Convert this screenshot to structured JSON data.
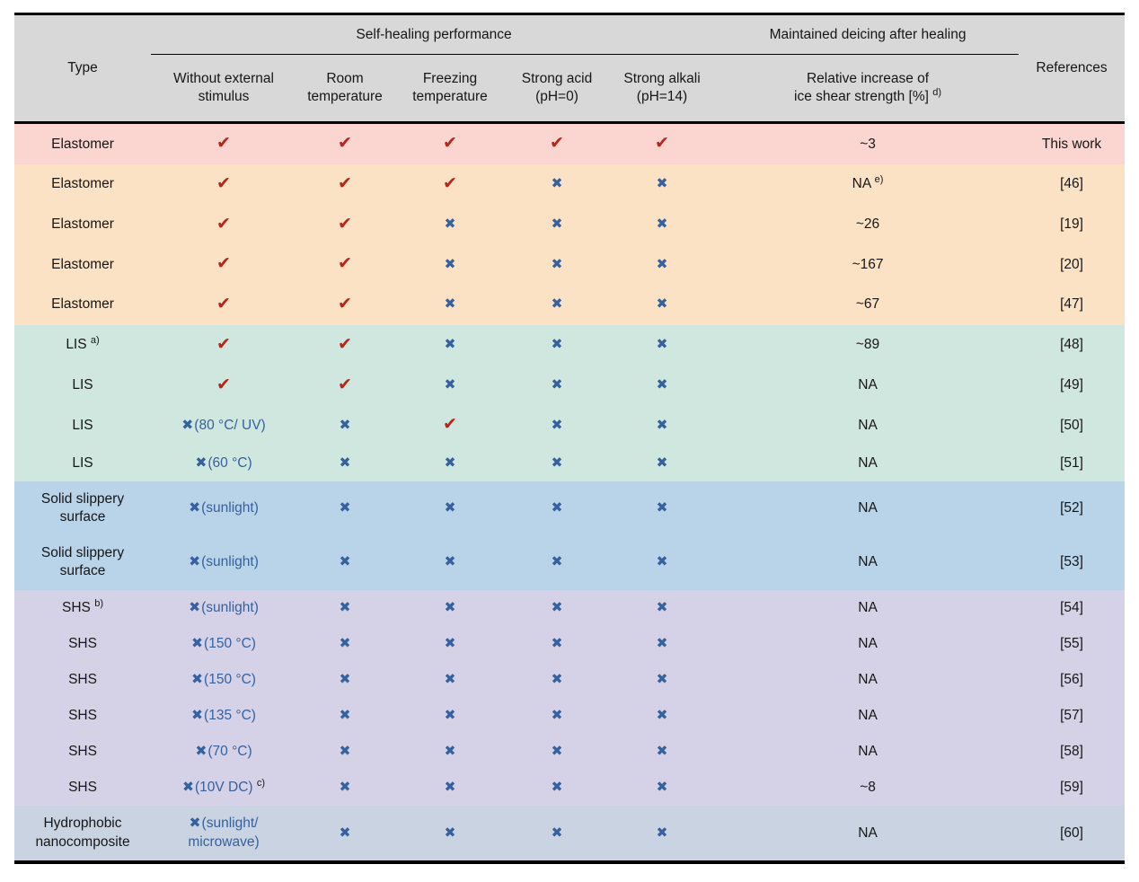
{
  "colors": {
    "header_bg": "#d8d8d8",
    "check_mark": "#b5271b",
    "cross_mark": "#35619e",
    "note_text": "#35619e",
    "bands": {
      "pink": "#fbd5cf",
      "orange": "#fce2c4",
      "teal": "#cfe7de",
      "blue": "#b9d3e8",
      "purple": "#d5d2e7",
      "bluegray": "#c9d3e2"
    }
  },
  "icons": {
    "check_icon": "✔",
    "cross_icon": "✖"
  },
  "header": {
    "type": "Type",
    "group_self_healing": "Self-healing performance",
    "group_deicing": "Maintained deicing after healing",
    "references": "References",
    "subcols": [
      {
        "lines": [
          "Without external",
          "stimulus"
        ],
        "sup": ""
      },
      {
        "lines": [
          "Room",
          "temperature"
        ],
        "sup": ""
      },
      {
        "lines": [
          "Freezing",
          "temperature"
        ],
        "sup": ""
      },
      {
        "lines": [
          "Strong acid",
          "(pH=0)"
        ],
        "sup": ""
      },
      {
        "lines": [
          "Strong alkali",
          "(pH=14)"
        ],
        "sup": ""
      },
      {
        "lines": [
          "Relative increase of",
          "ice shear strength [%]"
        ],
        "sup": "d)"
      }
    ]
  },
  "rows": [
    {
      "band": "pink",
      "type": "Elastomer",
      "type_sup": "",
      "note": "",
      "note_sup": "",
      "marks": [
        "check",
        "check",
        "check",
        "check",
        "check"
      ],
      "increase": "~3",
      "increase_sup": "",
      "ref": "This work"
    },
    {
      "band": "orange",
      "type": "Elastomer",
      "type_sup": "",
      "note": "",
      "note_sup": "",
      "marks": [
        "check",
        "check",
        "check",
        "cross",
        "cross"
      ],
      "increase": "NA",
      "increase_sup": "e)",
      "ref": "[46]"
    },
    {
      "band": "orange",
      "type": "Elastomer",
      "type_sup": "",
      "note": "",
      "note_sup": "",
      "marks": [
        "check",
        "check",
        "cross",
        "cross",
        "cross"
      ],
      "increase": "~26",
      "increase_sup": "",
      "ref": "[19]"
    },
    {
      "band": "orange",
      "type": "Elastomer",
      "type_sup": "",
      "note": "",
      "note_sup": "",
      "marks": [
        "check",
        "check",
        "cross",
        "cross",
        "cross"
      ],
      "increase": "~167",
      "increase_sup": "",
      "ref": "[20]"
    },
    {
      "band": "orange",
      "type": "Elastomer",
      "type_sup": "",
      "note": "",
      "note_sup": "",
      "marks": [
        "check",
        "check",
        "cross",
        "cross",
        "cross"
      ],
      "increase": "~67",
      "increase_sup": "",
      "ref": "[47]"
    },
    {
      "band": "teal",
      "type": "LIS",
      "type_sup": "a)",
      "note": "",
      "note_sup": "",
      "marks": [
        "check",
        "check",
        "cross",
        "cross",
        "cross"
      ],
      "increase": "~89",
      "increase_sup": "",
      "ref": "[48]"
    },
    {
      "band": "teal",
      "type": "LIS",
      "type_sup": "",
      "note": "",
      "note_sup": "",
      "marks": [
        "check",
        "check",
        "cross",
        "cross",
        "cross"
      ],
      "increase": "NA",
      "increase_sup": "",
      "ref": "[49]"
    },
    {
      "band": "teal",
      "type": "LIS",
      "type_sup": "",
      "note": "(80 °C/ UV)",
      "note_sup": "",
      "marks": [
        "cross",
        "cross",
        "check",
        "cross",
        "cross"
      ],
      "increase": "NA",
      "increase_sup": "",
      "ref": "[50]"
    },
    {
      "band": "teal",
      "type": "LIS",
      "type_sup": "",
      "note": "(60 °C)",
      "note_sup": "",
      "marks": [
        "cross",
        "cross",
        "cross",
        "cross",
        "cross"
      ],
      "increase": "NA",
      "increase_sup": "",
      "ref": "[51]"
    },
    {
      "band": "blue",
      "type": "Solid slippery surface",
      "type_sup": "",
      "note": "(sunlight)",
      "note_sup": "",
      "marks": [
        "cross",
        "cross",
        "cross",
        "cross",
        "cross"
      ],
      "increase": "NA",
      "increase_sup": "",
      "ref": "[52]"
    },
    {
      "band": "blue",
      "type": "Solid slippery surface",
      "type_sup": "",
      "note": "(sunlight)",
      "note_sup": "",
      "marks": [
        "cross",
        "cross",
        "cross",
        "cross",
        "cross"
      ],
      "increase": "NA",
      "increase_sup": "",
      "ref": "[53]"
    },
    {
      "band": "purple",
      "type": "SHS",
      "type_sup": "b)",
      "note": "(sunlight)",
      "note_sup": "",
      "marks": [
        "cross",
        "cross",
        "cross",
        "cross",
        "cross"
      ],
      "increase": "NA",
      "increase_sup": "",
      "ref": "[54]"
    },
    {
      "band": "purple",
      "type": "SHS",
      "type_sup": "",
      "note": "(150 °C)",
      "note_sup": "",
      "marks": [
        "cross",
        "cross",
        "cross",
        "cross",
        "cross"
      ],
      "increase": "NA",
      "increase_sup": "",
      "ref": "[55]"
    },
    {
      "band": "purple",
      "type": "SHS",
      "type_sup": "",
      "note": "(150 °C)",
      "note_sup": "",
      "marks": [
        "cross",
        "cross",
        "cross",
        "cross",
        "cross"
      ],
      "increase": "NA",
      "increase_sup": "",
      "ref": "[56]"
    },
    {
      "band": "purple",
      "type": "SHS",
      "type_sup": "",
      "note": "(135 °C)",
      "note_sup": "",
      "marks": [
        "cross",
        "cross",
        "cross",
        "cross",
        "cross"
      ],
      "increase": "NA",
      "increase_sup": "",
      "ref": "[57]"
    },
    {
      "band": "purple",
      "type": "SHS",
      "type_sup": "",
      "note": "(70 °C)",
      "note_sup": "",
      "marks": [
        "cross",
        "cross",
        "cross",
        "cross",
        "cross"
      ],
      "increase": "NA",
      "increase_sup": "",
      "ref": "[58]"
    },
    {
      "band": "purple",
      "type": "SHS",
      "type_sup": "",
      "note": "(10V DC)",
      "note_sup": "c)",
      "marks": [
        "cross",
        "cross",
        "cross",
        "cross",
        "cross"
      ],
      "increase": "~8",
      "increase_sup": "",
      "ref": "[59]"
    },
    {
      "band": "bluegray",
      "type": "Hydrophobic nanocomposite",
      "type_sup": "",
      "note": "(sunlight/ microwave)",
      "note_sup": "",
      "marks": [
        "cross",
        "cross",
        "cross",
        "cross",
        "cross"
      ],
      "increase": "NA",
      "increase_sup": "",
      "ref": "[60]"
    }
  ]
}
